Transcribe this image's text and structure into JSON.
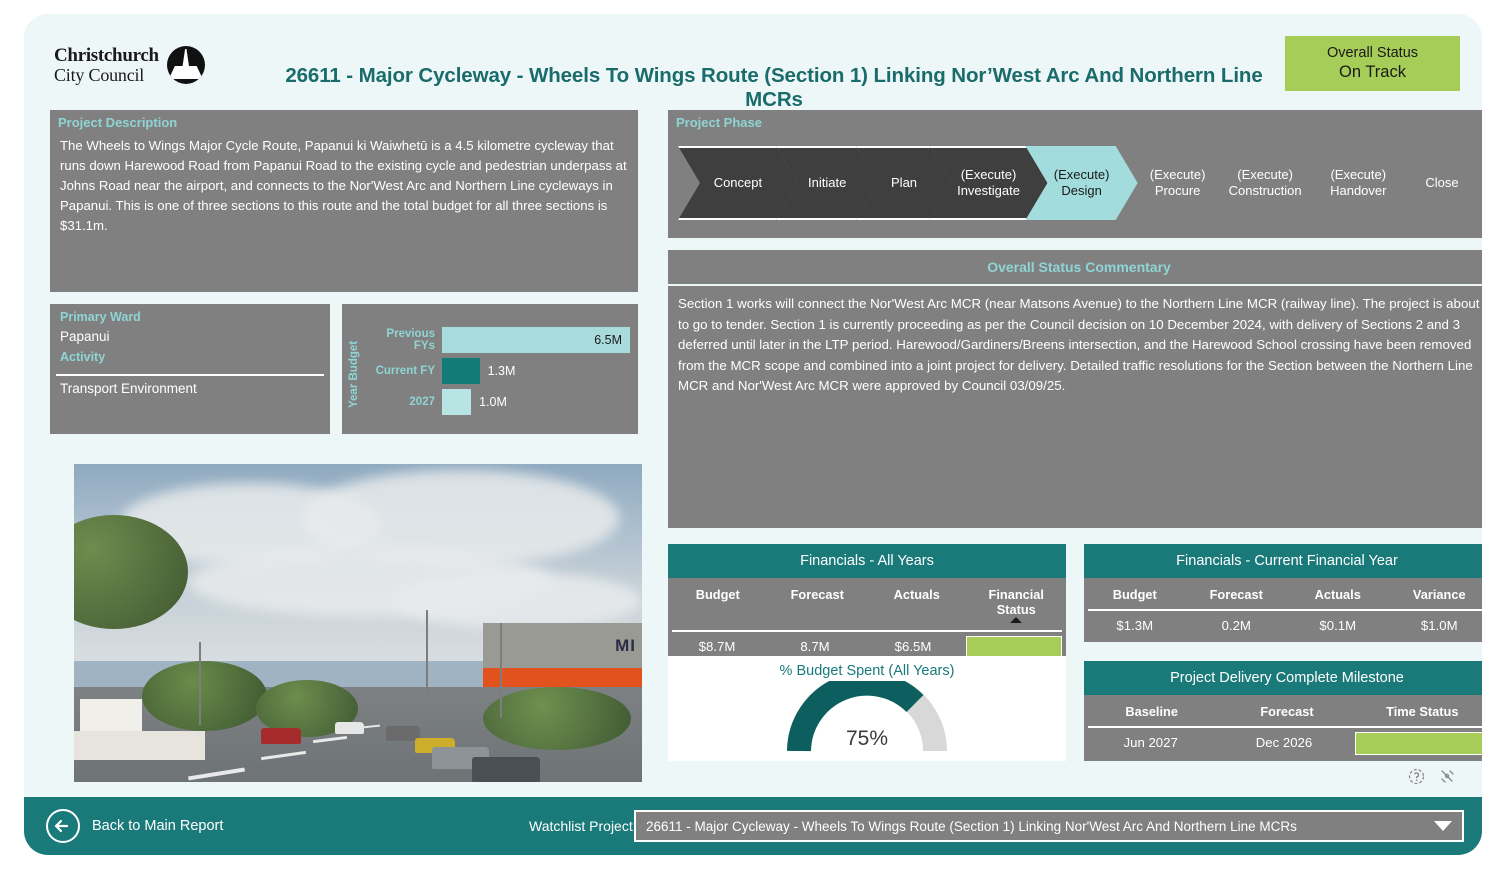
{
  "header": {
    "logo_line1": "Christchurch",
    "logo_line2": "City Council",
    "title": "26611 - Major Cycleway - Wheels To Wings Route (Section 1) Linking Nor’West Arc And Northern Line MCRs",
    "status_label": "Overall Status",
    "status_value": "On Track",
    "status_color": "#a6cd57"
  },
  "project_description": {
    "title": "Project Description",
    "text": "The Wheels to Wings Major Cycle Route, Papanui ki Waiwhetū is a 4.5 kilometre cycleway that runs down Harewood Road from Papanui Road to the existing cycle and pedestrian underpass at Johns Road near the airport, and connects to the Nor'West Arc and Northern Line cycleways in Papanui. This is one of three sections to this route and the total budget for all three sections is $31.1m."
  },
  "ward": {
    "primary_ward_label": "Primary Ward",
    "primary_ward_value": "Papanui",
    "activity_label": "Activity",
    "activity_value": "Transport Environment"
  },
  "phase": {
    "title": "Project Phase",
    "steps": [
      {
        "label": "Concept",
        "sub": "",
        "state": "done"
      },
      {
        "label": "Initiate",
        "sub": "",
        "state": "done"
      },
      {
        "label": "Plan",
        "sub": "",
        "state": "done"
      },
      {
        "label": "(Execute)",
        "sub": "Investigate",
        "state": "done"
      },
      {
        "label": "(Execute)",
        "sub": "Design",
        "state": "current"
      },
      {
        "label": "(Execute)",
        "sub": "Procure",
        "state": "future"
      },
      {
        "label": "(Execute)",
        "sub": "Construction",
        "state": "future"
      },
      {
        "label": "(Execute)",
        "sub": "Handover",
        "state": "future"
      },
      {
        "label": "Close",
        "sub": "",
        "state": "future"
      }
    ]
  },
  "commentary": {
    "title": "Overall Status Commentary",
    "text": "Section 1 works will connect the Nor'West Arc MCR (near Matsons Avenue) to the Northern Line MCR (railway line). The project is about to go to tender. Section 1 is currently proceeding as per the Council decision on 10 December 2024, with delivery of Sections 2 and 3 deferred until later in the LTP period. Harewood/Gardiners/Breens intersection, and the Harewood School crossing have been removed from the MCR scope and combined into a joint project for delivery. Detailed traffic resolutions for the Section between the Northern Line MCR and Nor'West Arc MCR were approved by Council 03/09/25."
  },
  "financials_all_years": {
    "title": "Financials - All Years",
    "columns": [
      "Budget",
      "Forecast",
      "Actuals",
      "Financial Status"
    ],
    "values": [
      "$8.7M",
      "8.7M",
      "$6.5M",
      ""
    ],
    "status_color": "#a6cd57"
  },
  "financials_current_fy": {
    "title": "Financials - Current Financial Year",
    "columns": [
      "Budget",
      "Forecast",
      "Actuals",
      "Variance"
    ],
    "values": [
      "$1.3M",
      "0.2M",
      "$0.1M",
      "$1.0M"
    ]
  },
  "milestone": {
    "title": "Project Delivery Complete Milestone",
    "columns": [
      "Baseline",
      "Forecast",
      "Time Status"
    ],
    "values": [
      "Jun 2027",
      "Dec 2026",
      ""
    ],
    "status_color": "#a6cd57"
  },
  "gauge": {
    "title": "% Budget Spent (All Years)",
    "value_label": "75%",
    "arc_color": "#0d5f5f",
    "track_color": "#d8d8d8"
  },
  "footer": {
    "back_label": "Back to Main Report",
    "watchlist_label": "Watchlist Project:",
    "watchlist_value": "26611 - Major Cycleway - Wheels To Wings Route (Section 1) Linking Nor'West Arc And Northern Line MCRs"
  },
  "chart_data": {
    "type": "bar",
    "title": "Year Budget",
    "ylabel": "Year Budget",
    "orientation": "horizontal",
    "categories": [
      "Previous FYs",
      "Current FY",
      "2027"
    ],
    "values": [
      6.5,
      1.3,
      1.0
    ],
    "value_labels": [
      "6.5M",
      "1.3M",
      "1.0M"
    ],
    "colors": [
      "#a8dcdc",
      "#137a7a",
      "#b8e4e4"
    ],
    "xlim": [
      0,
      6.5
    ],
    "grid": false,
    "legend": false
  }
}
